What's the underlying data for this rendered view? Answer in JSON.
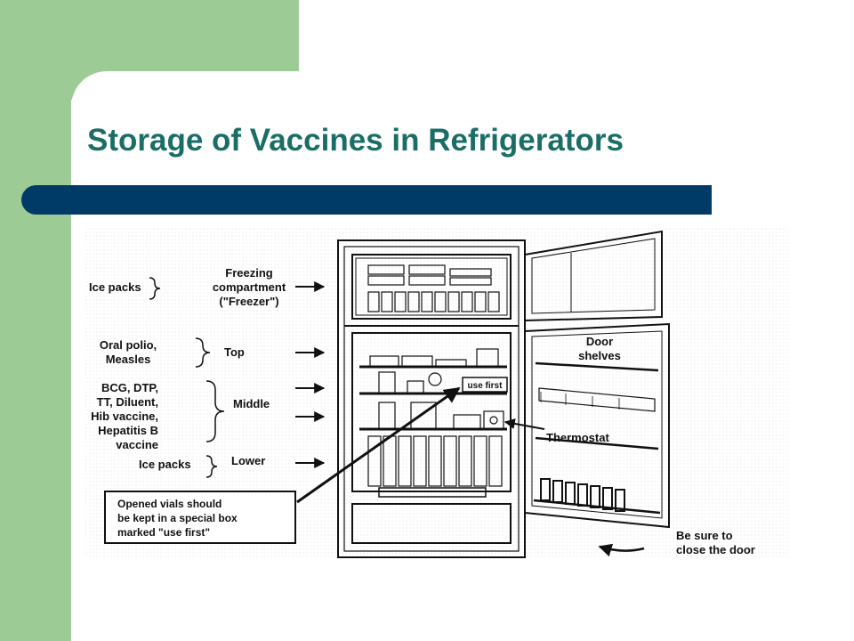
{
  "slide": {
    "title": "Storage of Vaccines in Refrigerators",
    "colors": {
      "accent_green": "#9dcb96",
      "title_teal": "#1a6e66",
      "rule_navy": "#003a66"
    }
  },
  "figure": {
    "labels": {
      "ice_packs_top": "Ice packs",
      "freezing_1": "Freezing",
      "freezing_2": "compartment",
      "freezing_3": "(\"Freezer\")",
      "oral_1": "Oral polio,",
      "oral_2": "Measles",
      "top": "Top",
      "bcg_1": "BCG, DTP,",
      "bcg_2": "TT, Diluent,",
      "bcg_3": "Hib vaccine,",
      "bcg_4": "Hepatitis B",
      "bcg_5": "vaccine",
      "middle": "Middle",
      "ice_packs_lower": "Ice packs",
      "lower": "Lower",
      "note_1": "Opened vials should",
      "note_2": "be kept in a special box",
      "note_3": "marked \"use first\"",
      "use_first": "use first",
      "door_1": "Door",
      "door_2": "shelves",
      "thermostat": "Thermostat",
      "close_1": "Be sure to",
      "close_2": "close the door"
    }
  }
}
